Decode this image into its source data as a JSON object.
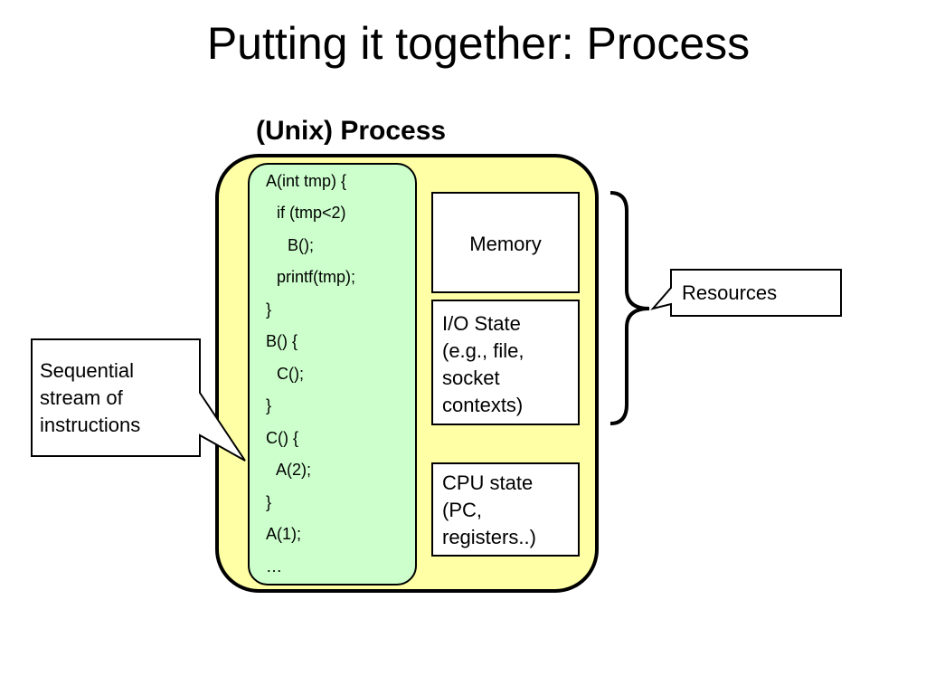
{
  "slide": {
    "title": "Putting it together: Process",
    "subtitle": "(Unix) Process"
  },
  "code": {
    "lines": [
      "A(int tmp) {",
      "  if (tmp<2)",
      "    B();",
      "  printf(tmp);",
      "}",
      "B() {",
      "  C();",
      "}",
      "C() {",
      "  A(2);",
      "}",
      "A(1);",
      "…"
    ]
  },
  "resources": {
    "memory": "Memory",
    "io_state": [
      "I/O State",
      "(e.g., file,",
      "socket",
      "contexts)"
    ],
    "cpu_state": [
      "CPU state",
      "(PC,",
      "registers..)"
    ]
  },
  "callouts": {
    "resources": "Resources",
    "sequential": [
      "Sequential",
      "stream of",
      "instructions"
    ]
  },
  "colors": {
    "process_fill": "#ffffa6",
    "code_fill": "#ccffcc",
    "border": "#000000",
    "box_fill": "#ffffff"
  }
}
